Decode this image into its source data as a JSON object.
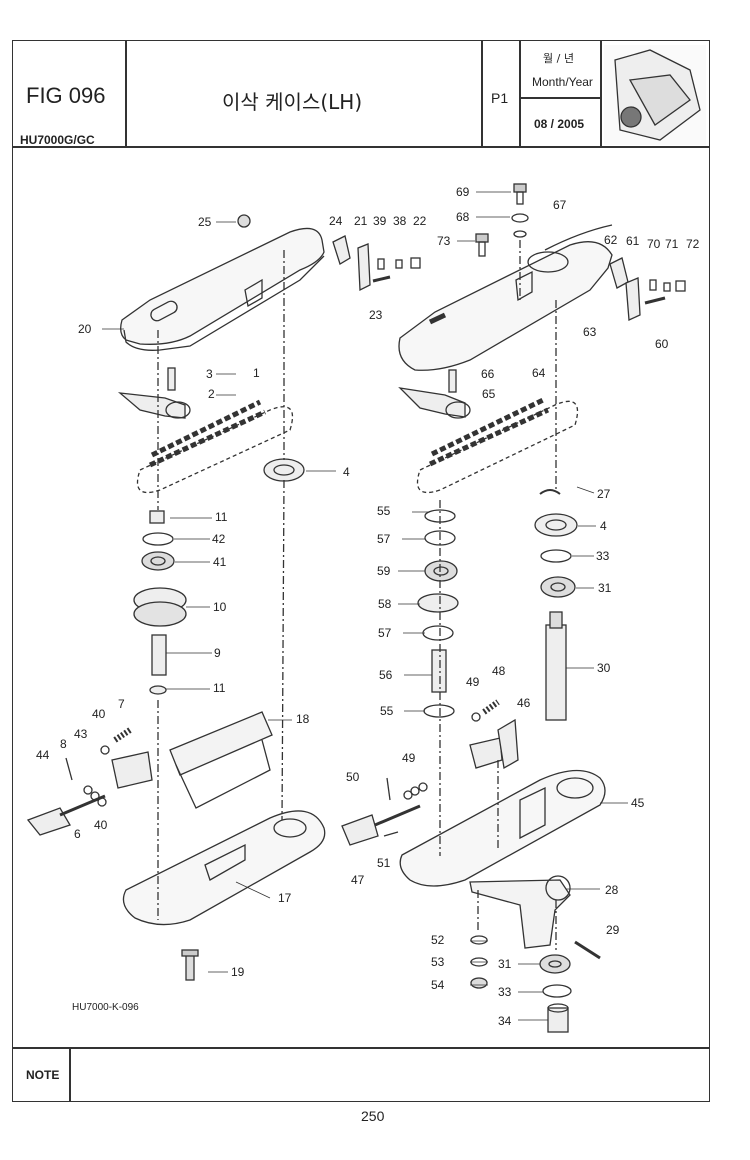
{
  "header": {
    "fig_label": "FIG 096",
    "model": "HU7000G/GC",
    "title": "이삭 케이스(LH)",
    "page_code": "P1",
    "date_label_kr": "월 / 년",
    "date_label_en": "Month/Year",
    "date_value": "08 / 2005"
  },
  "diagram": {
    "drawing_code": "HU7000-K-096",
    "callouts": [
      "1",
      "2",
      "3",
      "4",
      "6",
      "7",
      "8",
      "9",
      "10",
      "11",
      "17",
      "18",
      "19",
      "20",
      "21",
      "22",
      "23",
      "24",
      "25",
      "27",
      "28",
      "29",
      "30",
      "31",
      "33",
      "34",
      "38",
      "39",
      "40",
      "41",
      "42",
      "43",
      "44",
      "45",
      "46",
      "47",
      "48",
      "49",
      "50",
      "51",
      "52",
      "53",
      "54",
      "55",
      "56",
      "57",
      "58",
      "59",
      "60",
      "61",
      "62",
      "63",
      "64",
      "65",
      "66",
      "67",
      "68",
      "69",
      "70",
      "71",
      "72",
      "73"
    ]
  },
  "footer": {
    "note_label": "NOTE",
    "page_number": "250"
  }
}
